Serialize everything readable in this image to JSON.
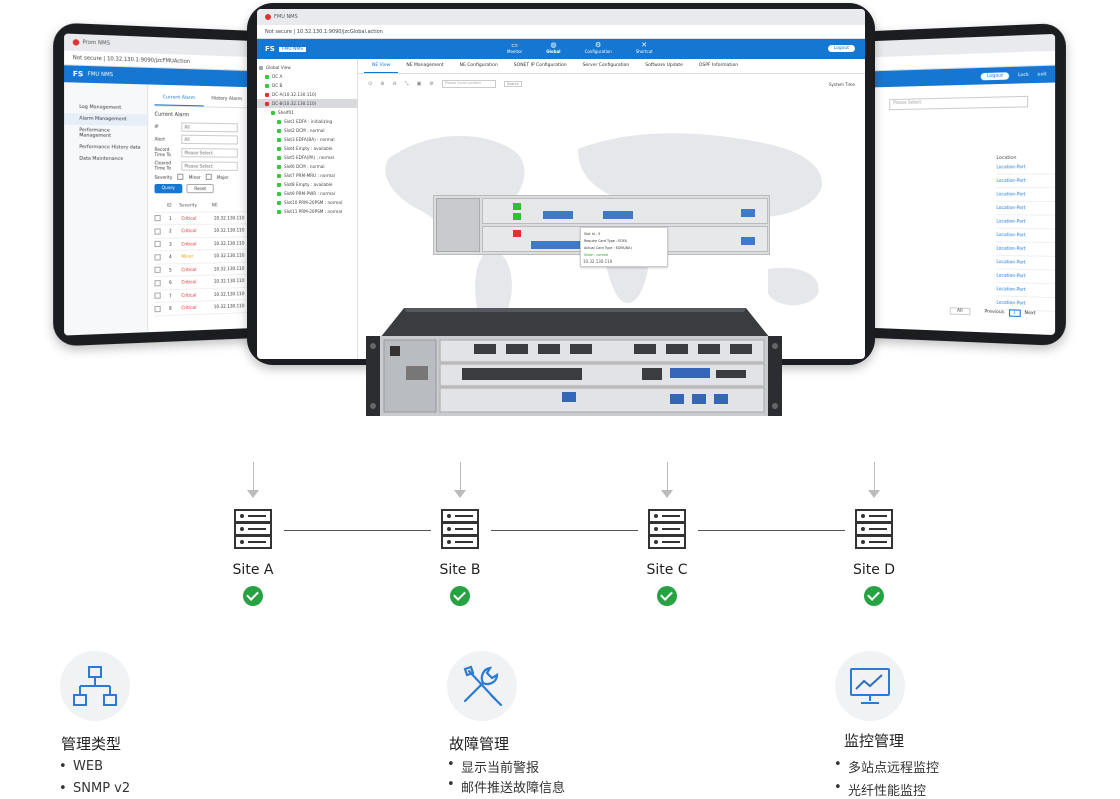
{
  "main_screen": {
    "browser_tab": "FMU NMS",
    "address": "Not secure | 10.32.130.1:9090/jzcGlobal.action",
    "brand": "FS",
    "product": "FMU NMS",
    "nav": [
      "Monitor",
      "Global",
      "Configuration",
      "Shortcut"
    ],
    "logout": "Logout",
    "tree": [
      {
        "label": "Global View",
        "color": "#9aa"
      },
      {
        "label": "DC A",
        "color": "#3c3"
      },
      {
        "label": "DC B",
        "color": "#3c3"
      },
      {
        "label": "DC-A(10.32.130.110)",
        "color": "#d33"
      },
      {
        "label": "DC-B(10.32.130.110)",
        "color": "#d33"
      },
      {
        "label": "Shelf01",
        "color": "#3c3"
      },
      {
        "label": "Slot1 EDFA : initializing",
        "color": "#3c3"
      },
      {
        "label": "Slot2 DCM : normal",
        "color": "#3c3"
      },
      {
        "label": "Slot3 EDFA(BA) : normal",
        "color": "#3c3"
      },
      {
        "label": "Slot4 Empty : available",
        "color": "#3c3"
      },
      {
        "label": "Slot5 EDFA(PA) : normal",
        "color": "#3c3"
      },
      {
        "label": "Slot6 DCM : normal",
        "color": "#3c3"
      },
      {
        "label": "Slot7 PRM-MRU : normal",
        "color": "#3c3"
      },
      {
        "label": "Slot8 Empty : available",
        "color": "#3c3"
      },
      {
        "label": "Slot9 PRM-PWR : normal",
        "color": "#3c3"
      },
      {
        "label": "Slot10 PRM-20PSM : normal",
        "color": "#3c3"
      },
      {
        "label": "Slot11 PRM-20PSM : normal",
        "color": "#3c3"
      }
    ],
    "tabs": [
      "NE View",
      "NE Management",
      "NE Configuration",
      "SONET IP Configuration",
      "Server Configuration",
      "Software Update",
      "OSPF Information"
    ],
    "search_placeholder": "Please input content",
    "search_button": "Search",
    "system_time": "System Time",
    "tooltip": {
      "slot_id": "Slot Id :  3",
      "require": "Require Card Type :  EDFA",
      "actual": "Actual Card Type :  EDFA(BA)",
      "state": "State :  normal"
    },
    "device_ip": "10.32.130.110"
  },
  "left_screen": {
    "brand": "FS",
    "product": "FMU NMS",
    "tab": "Prom NMS",
    "address": "Not secure | 10.32.130.1:9090/jzcFMUAction",
    "menu": [
      "Log Management",
      "Alarm Management",
      "Performance Management",
      "Performance History data",
      "Data Maintenance"
    ],
    "tabs": [
      "Current Alarm",
      "History Alarm"
    ],
    "section": "Current Alarm",
    "fields": [
      {
        "label": "IP",
        "value": "All"
      },
      {
        "label": "Alert",
        "value": "All"
      },
      {
        "label": "Record Time To",
        "value": "Please Select"
      },
      {
        "label": "Cleared Time To",
        "value": "Please Select"
      }
    ],
    "severity": "Severity",
    "options": [
      "Minor",
      "Major"
    ],
    "query_button": "Query",
    "reset_button": "Reset",
    "columns": [
      "ID",
      "Severity",
      "NE"
    ],
    "rows": [
      {
        "id": "1",
        "sev": "Critical",
        "color": "#d22",
        "ne": "10.32.130.110"
      },
      {
        "id": "2",
        "sev": "Critical",
        "color": "#d22",
        "ne": "10.32.130.110"
      },
      {
        "id": "3",
        "sev": "Critical",
        "color": "#d22",
        "ne": "10.32.130.110"
      },
      {
        "id": "4",
        "sev": "Minor",
        "color": "#e6a100",
        "ne": "10.32.130.110"
      },
      {
        "id": "5",
        "sev": "Critical",
        "color": "#d22",
        "ne": "10.32.130.110"
      },
      {
        "id": "6",
        "sev": "Critical",
        "color": "#d22",
        "ne": "10.32.130.110"
      },
      {
        "id": "7",
        "sev": "Critical",
        "color": "#d22",
        "ne": "10.32.130.110"
      },
      {
        "id": "8",
        "sev": "Critical",
        "color": "#d22",
        "ne": "10.32.130.110"
      }
    ]
  },
  "right_screen": {
    "buttons": [
      "Logout",
      "Lock",
      "exit"
    ],
    "select_placeholder": "Please Select",
    "column": "Location",
    "rows": [
      "Location-Port",
      "Location-Port",
      "Location-Port",
      "Location-Port",
      "Location-Port",
      "Location-Port",
      "Location-Port",
      "Location-Port",
      "Location-Port",
      "Location-Port",
      "Location-Port"
    ],
    "pager": {
      "size": "All",
      "prev": "Previous",
      "page": "1",
      "next": "Next"
    }
  },
  "sites": [
    "Site A",
    "Site B",
    "Site C",
    "Site D"
  ],
  "features": [
    {
      "title": "管理类型",
      "items": [
        "WEB",
        "SNMP v2"
      ],
      "icon": "network-hierarchy-icon"
    },
    {
      "title": "故障管理",
      "items": [
        "显示当前警报",
        "邮件推送故障信息"
      ],
      "icon": "wrench-screwdriver-icon"
    },
    {
      "title": "监控管理",
      "items": [
        "多站点远程监控",
        "光纤性能监控"
      ],
      "icon": "monitor-chart-icon"
    }
  ],
  "colors": {
    "brand_blue": "#1677d2",
    "check_green": "#27a243",
    "icon_blue": "#2a7ad6"
  }
}
